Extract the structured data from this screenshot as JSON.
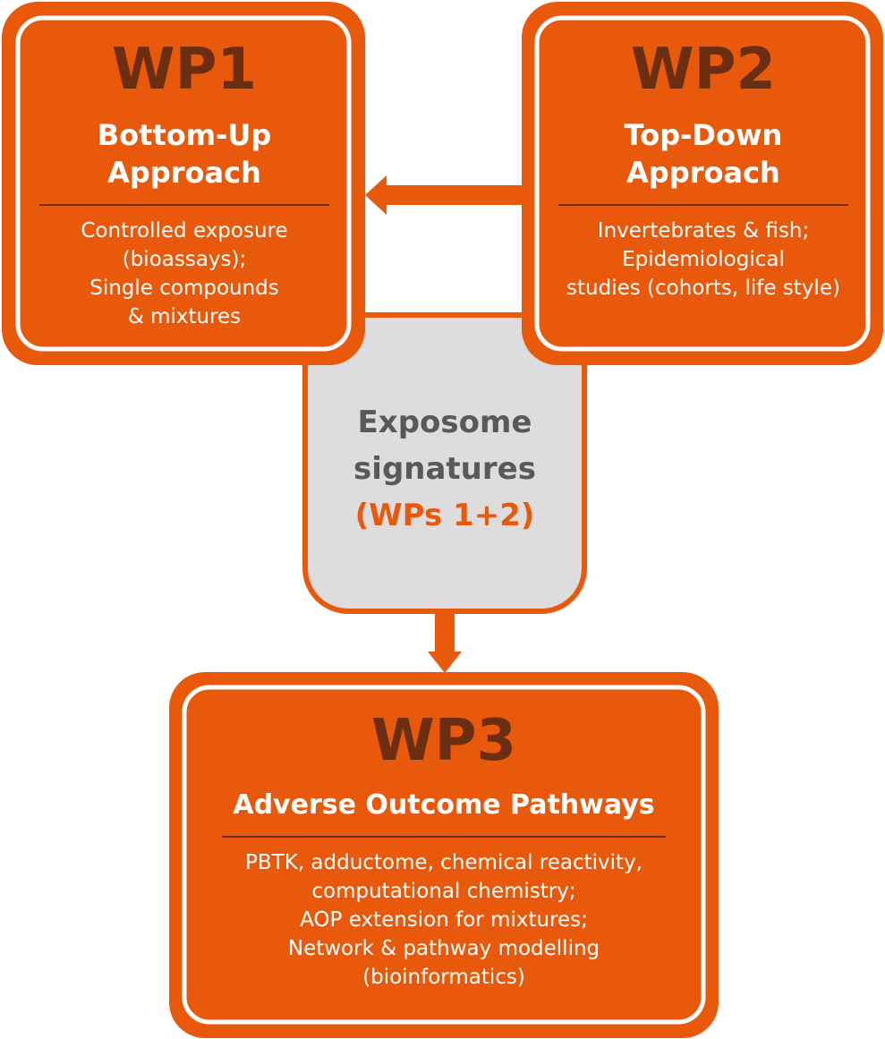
{
  "colors": {
    "orange": "#e8590c",
    "dark_brown": "#6b2e10",
    "gray_fill": "#dedcdd",
    "gray_text": "#58595b",
    "white": "#ffffff"
  },
  "wp1": {
    "code": "WP1",
    "title": "Bottom-Up\nApproach",
    "body": "Controlled exposure\n(bioassays);\nSingle compounds\n& mixtures"
  },
  "wp2": {
    "code": "WP2",
    "title": "Top-Down\nApproach",
    "body": "Invertebrates & fish;\nEpidemiological\nstudies (cohorts, life style)"
  },
  "exposome": {
    "title": "Exposome\nsignatures",
    "subtitle": "(WPs 1+2)"
  },
  "wp3": {
    "code": "WP3",
    "title": "Adverse Outcome Pathways",
    "body": "PBTK, adductome, chemical reactivity,\ncomputational chemistry;\nAOP extension for mixtures;\nNetwork & pathway modelling\n(bioinformatics)"
  }
}
